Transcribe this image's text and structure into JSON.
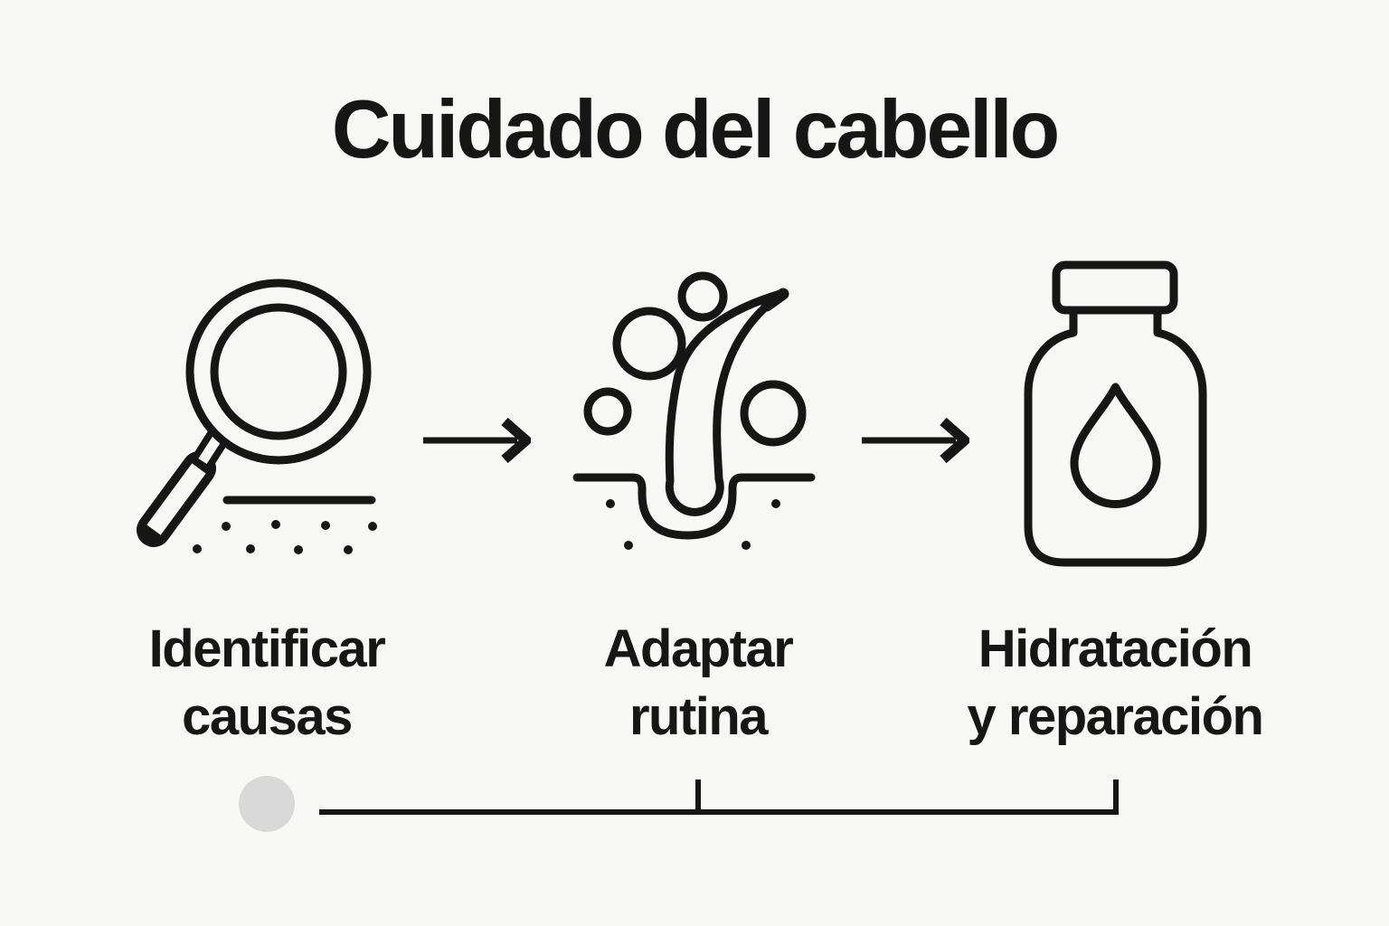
{
  "title": "Cuidado del cabello",
  "colors": {
    "background": "#f8f8f6",
    "ink": "#161616",
    "timeline_dot": "#d9d9d9"
  },
  "steps": [
    {
      "icon": "magnifier-scalp-icon",
      "label_line1": "Identificar",
      "label_line2": "causas"
    },
    {
      "icon": "hair-follicle-icon",
      "label_line1": "Adaptar",
      "label_line2": "rutina"
    },
    {
      "icon": "serum-bottle-icon",
      "label_line1": "Hidratación",
      "label_line2": "y reparación"
    }
  ]
}
